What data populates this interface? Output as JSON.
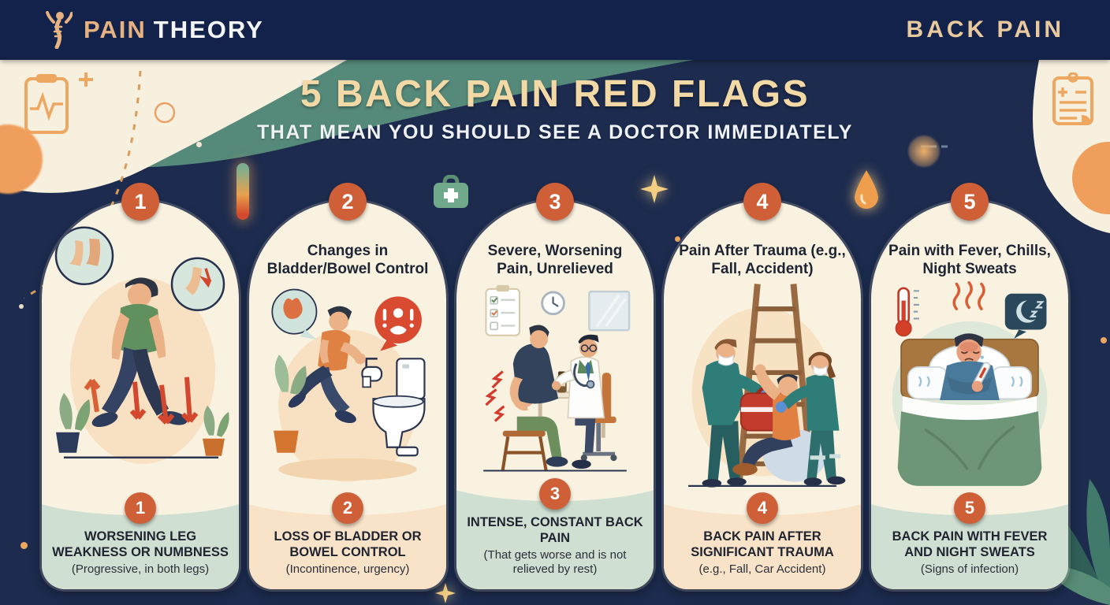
{
  "header": {
    "brand_word1": "PAIN",
    "brand_word2": "THEORY",
    "right_label": "BACK PAIN"
  },
  "hero": {
    "title": "5 BACK PAIN RED FLAGS",
    "subtitle": "THAT MEAN YOU SHOULD SEE A DOCTOR IMMEDIATELY"
  },
  "cards": [
    {
      "number": "1",
      "top_title": "",
      "illustration": "man-walking-leg-weakness",
      "caption_title": "WORSENING LEG WEAKNESS OR NUMBNESS",
      "caption_sub": "(Progressive, in both legs)",
      "caption_bg": "#cfe0d2"
    },
    {
      "number": "2",
      "top_title": "Changes in Bladder/Bowel Control",
      "illustration": "man-running-to-toilet",
      "caption_title": "LOSS OF BLADDER OR BOWEL CONTROL",
      "caption_sub": "(Incontinence, urgency)",
      "caption_bg": "#f8e3c8"
    },
    {
      "number": "3",
      "top_title": "Severe, Worsening Pain, Unrelieved",
      "illustration": "patient-with-doctor-back-pain",
      "caption_title": "INTENSE, CONSTANT BACK PAIN",
      "caption_sub": "(That gets worse and is not relieved by rest)",
      "caption_bg": "#cfe0d2"
    },
    {
      "number": "4",
      "top_title": "Pain After Trauma (e.g., Fall, Accident)",
      "illustration": "paramedics-helping-fallen-man-ladder",
      "caption_title": "BACK PAIN AFTER SIGNIFICANT TRAUMA",
      "caption_sub": "(e.g., Fall, Car Accident)",
      "caption_bg": "#f8e3c8"
    },
    {
      "number": "5",
      "top_title": "Pain with Fever, Chills, Night Sweats",
      "illustration": "man-in-bed-fever-night-sweats",
      "caption_title": "BACK PAIN WITH FEVER AND NIGHT SWEATS",
      "caption_sub": "(Signs of infection)",
      "caption_bg": "#cfe0d2"
    }
  ],
  "decor": {
    "icons": [
      "pain-theory-logo-icon",
      "ekg-clipboard-icon",
      "medical-clipboard-icon",
      "thermometer-pill-icon",
      "first-aid-kit-icon",
      "sparkle-icon",
      "droplet-icon",
      "leaf-motif"
    ]
  },
  "colors": {
    "navy_background": "#1c2b4e",
    "header_navy": "#13224a",
    "brand_tan": "#e7b282",
    "title_gold": "#f3d9a6",
    "badge_orange": "#cf5f37",
    "card_cream": "#faf2e1",
    "caption_green": "#cfe0d2",
    "caption_peach": "#f8e3c8",
    "accent_green_wave": "#55897a",
    "alert_red": "#d4472f"
  }
}
